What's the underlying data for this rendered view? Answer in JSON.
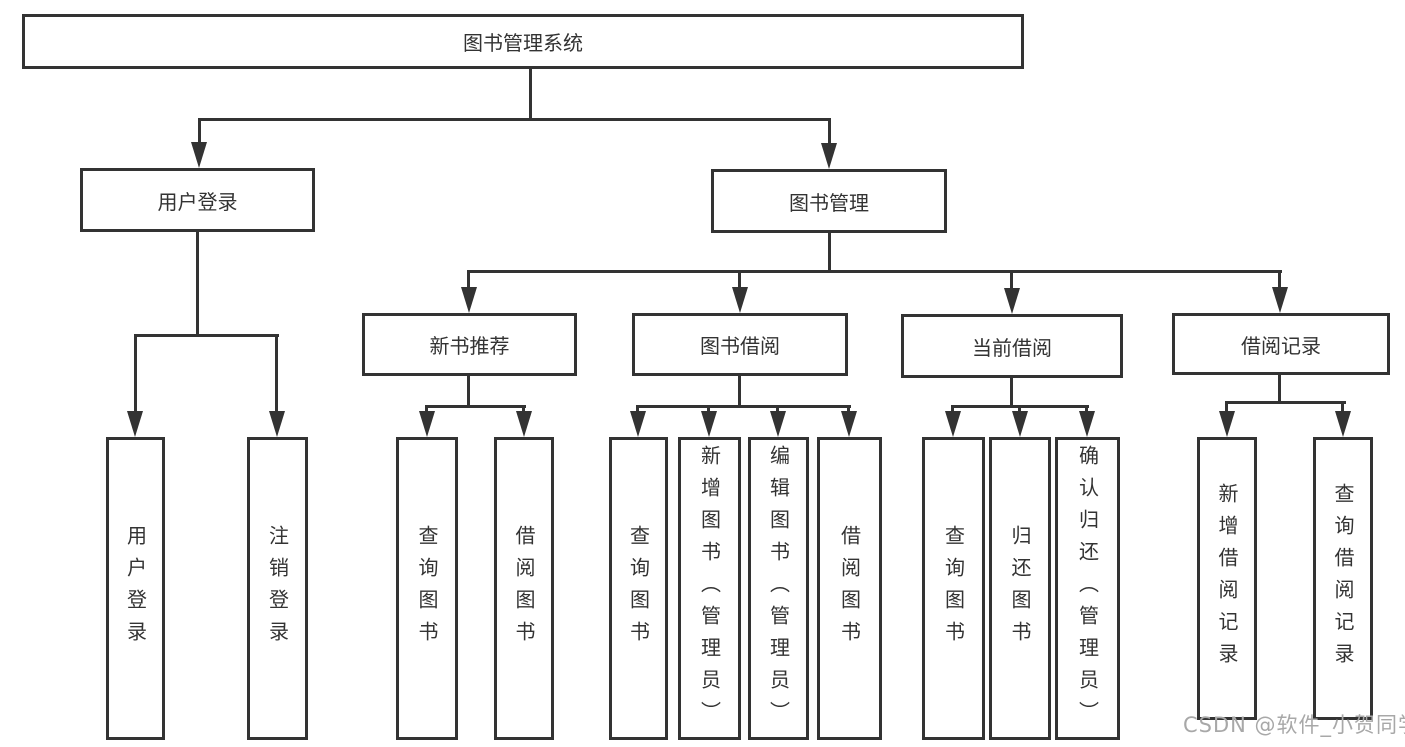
{
  "diagram": {
    "tree": {
      "root": "图书管理系统",
      "branches": [
        {
          "label": "用户登录",
          "children": [
            "用户登录",
            "注销登录"
          ]
        },
        {
          "label": "图书管理",
          "groups": [
            {
              "label": "新书推荐",
              "children": [
                "查询图书",
                "借阅图书"
              ]
            },
            {
              "label": "图书借阅",
              "children": [
                "查询图书",
                "新增图书（管理员）",
                "编辑图书（管理员）",
                "借阅图书"
              ]
            },
            {
              "label": "当前借阅",
              "children": [
                "查询图书",
                "归还图书",
                "确认归还（管理员）"
              ]
            },
            {
              "label": "借阅记录",
              "children": [
                "新增借阅记录",
                "查询借阅记录"
              ]
            }
          ]
        }
      ]
    },
    "watermark": "CSDN @软件_小贺同学",
    "colors": {
      "line": "#333333",
      "text": "#333333",
      "box_bg": "#ffffff",
      "watermark": "#a8a8a8"
    }
  }
}
